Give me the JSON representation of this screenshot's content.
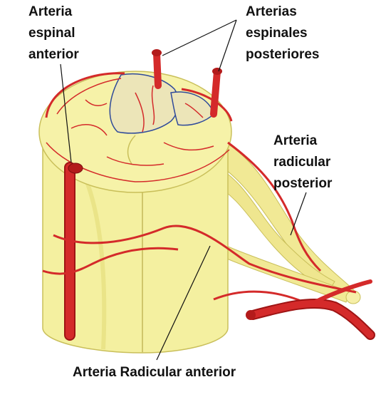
{
  "labels": {
    "arteria_espinal_anterior": [
      "Arteria",
      "espinal",
      "anterior"
    ],
    "arterias_espinales_posteriores": [
      "Arterias",
      "espinales",
      "posteriores"
    ],
    "arteria_radicular_posterior": [
      "Arteria",
      "radicular",
      "posterior"
    ],
    "arteria_radicular_anterior": "Arteria Radicular anterior"
  },
  "colors": {
    "artery": "#d42a2a",
    "artery_dark": "#9e1414",
    "cord": "#f4f0a0",
    "cord_shade": "#e3dc78",
    "gray_matter": "#ece5b8",
    "root": "#f1e995",
    "outline": "#2f4a9a"
  }
}
